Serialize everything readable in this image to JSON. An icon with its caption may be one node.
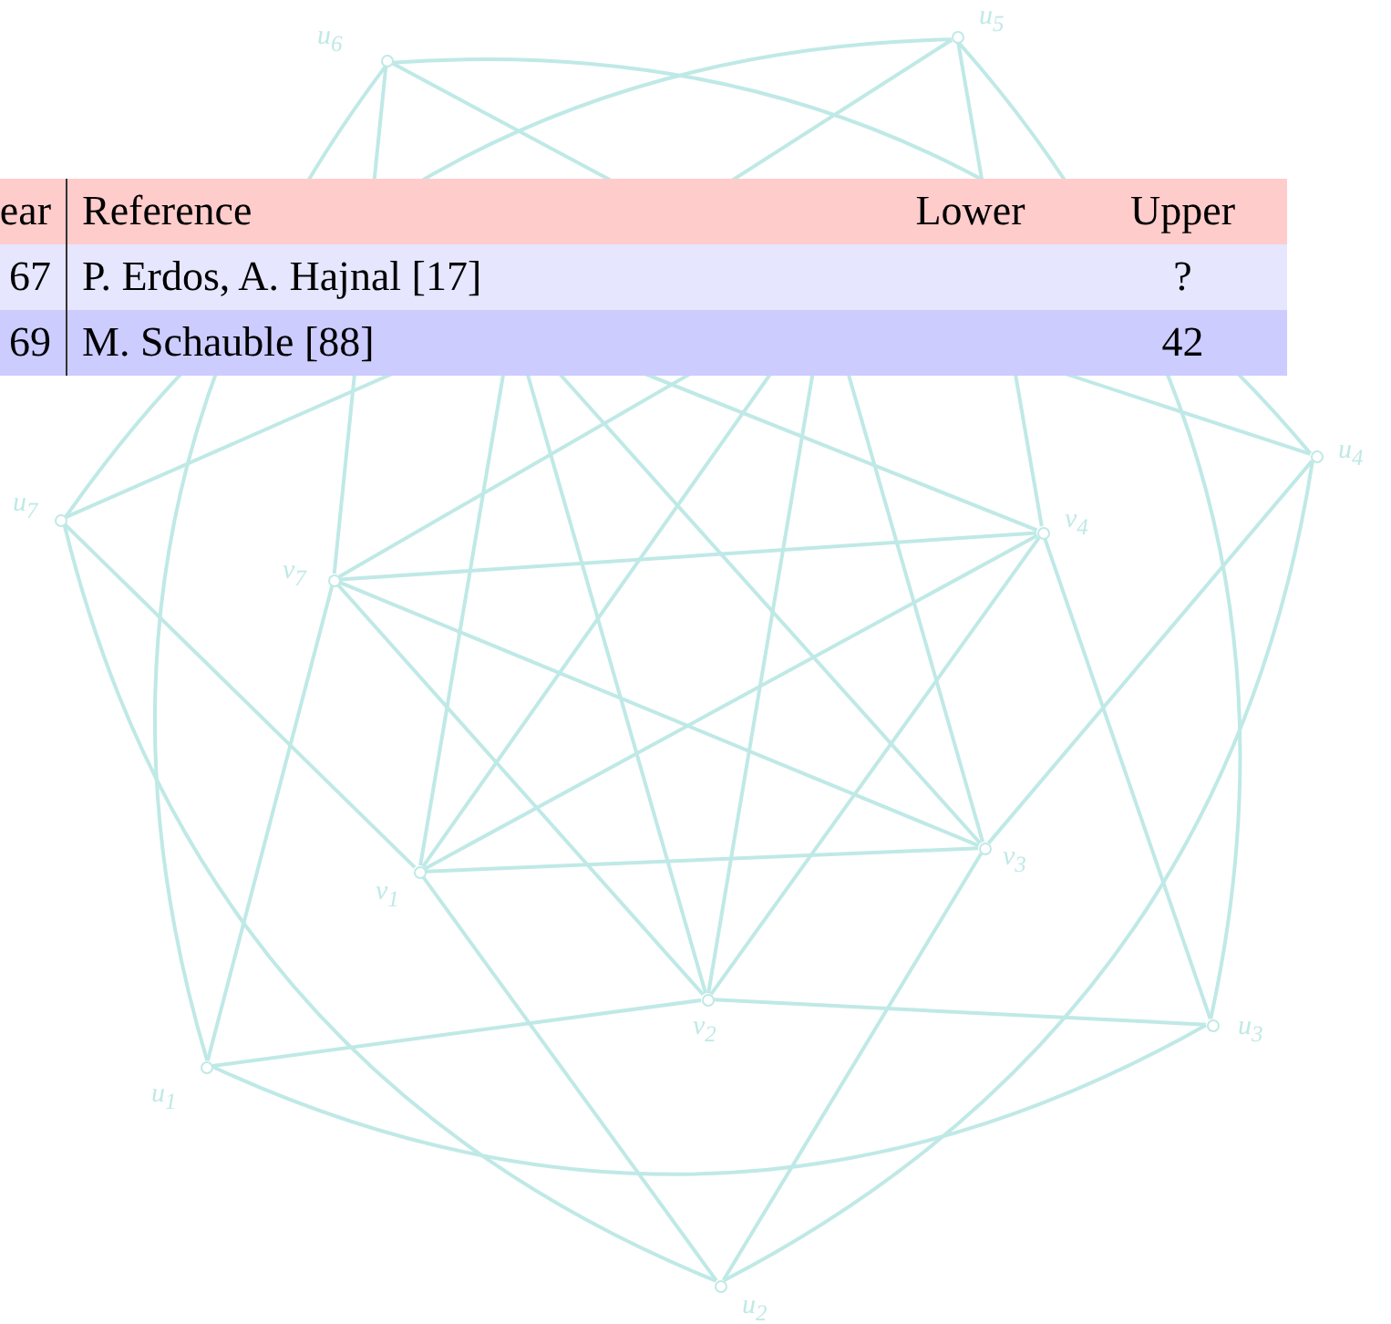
{
  "diagram": {
    "nodes": [
      {
        "text": [
          "u$_{1}$"
        ]
      },
      {
        "text": [
          "u$_{2}$"
        ]
      },
      {
        "text": [
          "u$_{3}$"
        ]
      },
      {
        "text": [
          "u$_{4}$"
        ]
      },
      {
        "text": [
          "u$_{5}$"
        ]
      },
      {
        "text": [
          "u$_{6}$"
        ]
      },
      {
        "text": [
          "u$_{7}$"
        ]
      },
      {
        "text": [
          "v$_{1}$"
        ]
      },
      {
        "text": [
          "v$_{2}$"
        ]
      },
      {
        "text": [
          "v$_{3}$"
        ]
      },
      {
        "text": [
          "v$_{4}$"
        ]
      },
      {
        "text": [
          "v$_{7}$"
        ]
      }
    ],
    "edges": [
      {
        "from": 7,
        "to": 9,
        "arrow": "none"
      },
      {
        "from": 8,
        "to": 10,
        "arrow": "none"
      },
      {
        "from": 9,
        "to": null,
        "arrow": "none"
      },
      {
        "from": 10,
        "to": null,
        "arrow": "none"
      },
      {
        "from": 11,
        "to": null,
        "arrow": "none"
      },
      {
        "from": 7,
        "to": null,
        "arrow": "none"
      },
      {
        "from": 11,
        "to": 8,
        "arrow": "none"
      },
      {
        "from": 7,
        "to": 10,
        "arrow": "none"
      },
      {
        "from": 8,
        "to": null,
        "arrow": "none"
      },
      {
        "from": 9,
        "to": null,
        "arrow": "none"
      },
      {
        "from": 10,
        "to": 11,
        "arrow": "none"
      },
      {
        "from": 7,
        "to": null,
        "arrow": "none"
      },
      {
        "from": 8,
        "to": null,
        "arrow": "none"
      },
      {
        "from": 11,
        "to": 9,
        "arrow": "none"
      },
      {
        "from": 0,
        "to": 2,
        "arrow": "none"
      },
      {
        "from": 1,
        "to": 3,
        "arrow": "none"
      },
      {
        "from": 2,
        "to": 4,
        "arrow": "none"
      },
      {
        "from": 3,
        "to": 5,
        "arrow": "none"
      },
      {
        "from": 4,
        "to": 6,
        "arrow": "none"
      },
      {
        "from": 5,
        "to": 0,
        "arrow": "none"
      },
      {
        "from": 6,
        "to": 1,
        "arrow": "none"
      },
      {
        "from": 0,
        "to": 8,
        "arrow": "none"
      },
      {
        "from": 1,
        "to": 9,
        "arrow": "none"
      },
      {
        "from": 2,
        "to": 10,
        "arrow": "none"
      },
      {
        "from": 3,
        "to": null,
        "arrow": "none"
      },
      {
        "from": 4,
        "to": null,
        "arrow": "none"
      },
      {
        "from": 5,
        "to": 11,
        "arrow": "none"
      },
      {
        "from": 6,
        "to": 7,
        "arrow": "none"
      },
      {
        "from": 0,
        "to": 11,
        "arrow": "none"
      },
      {
        "from": 1,
        "to": 7,
        "arrow": "none"
      },
      {
        "from": 2,
        "to": 8,
        "arrow": "none"
      },
      {
        "from": 3,
        "to": 9,
        "arrow": "none"
      },
      {
        "from": 4,
        "to": 10,
        "arrow": "none"
      },
      {
        "from": 5,
        "to": null,
        "arrow": "none"
      },
      {
        "from": 6,
        "to": null,
        "arrow": "none"
      }
    ],
    "labels": [
      "ear",
      "Reference",
      "Lower",
      "Upper",
      "67",
      "P. Erdos, A. Hajnal [17]",
      "?",
      "69",
      "M. Schauble [88]",
      "42"
    ]
  }
}
